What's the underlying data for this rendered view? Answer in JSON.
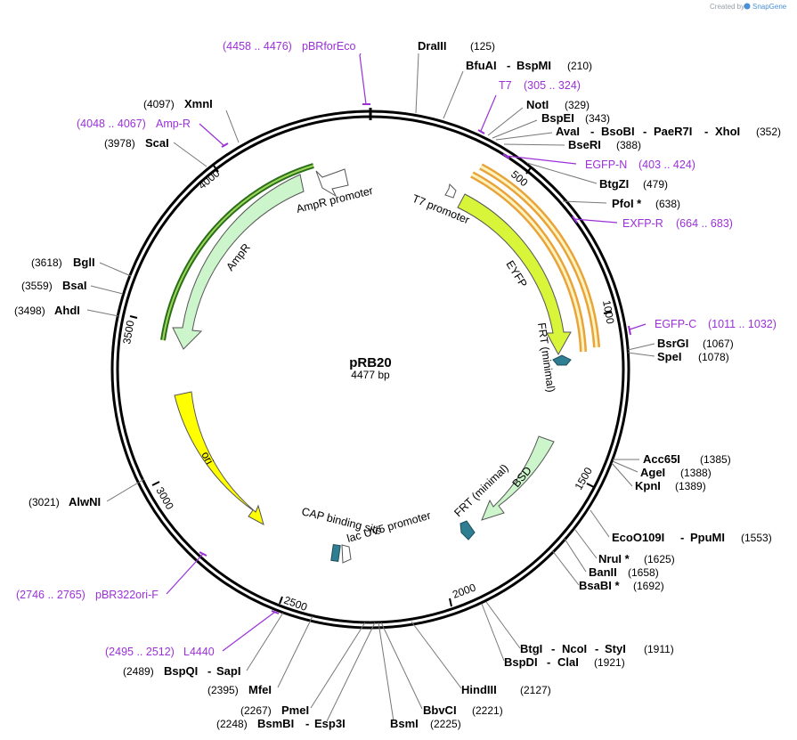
{
  "credit": {
    "text": "Created by",
    "brand": "SnapGene"
  },
  "plasmid": {
    "name": "pRB20",
    "length_label": "4477 bp"
  },
  "ticks": [
    "500",
    "1000",
    "1500",
    "2000",
    "2500",
    "3000",
    "3500",
    "4000"
  ],
  "enzymes": [
    {
      "name": "DraIII",
      "pos": "(125)"
    },
    {
      "name": "BfuAI",
      "name2": "BspMI",
      "pos": "(210)"
    },
    {
      "name": "NotI",
      "pos": "(329)"
    },
    {
      "name": "BspEI",
      "pos": "(343)"
    },
    {
      "name": "AvaI",
      "name2": "BsoBI",
      "name3": "PaeR7I",
      "name4": "XhoI",
      "pos": "(352)"
    },
    {
      "name": "BseRI",
      "pos": "(388)"
    },
    {
      "name": "BtgZI",
      "pos": "(479)"
    },
    {
      "name": "PfoI *",
      "pos": "(638)"
    },
    {
      "name": "BsrGI",
      "pos": "(1067)"
    },
    {
      "name": "SpeI",
      "pos": "(1078)"
    },
    {
      "name": "Acc65I",
      "pos": "(1385)"
    },
    {
      "name": "AgeI",
      "pos": "(1388)"
    },
    {
      "name": "KpnI",
      "pos": "(1389)"
    },
    {
      "name": "EcoO109I",
      "name2": "PpuMI",
      "pos": "(1553)"
    },
    {
      "name": "NruI *",
      "pos": "(1625)"
    },
    {
      "name": "BanII",
      "pos": "(1658)"
    },
    {
      "name": "BsaBI *",
      "pos": "(1692)"
    },
    {
      "name": "BtgI",
      "name2": "NcoI",
      "name3": "StyI",
      "pos": "(1911)"
    },
    {
      "name": "BspDI",
      "name2": "ClaI",
      "pos": "(1921)"
    },
    {
      "name": "HindIII",
      "pos": "(2127)"
    },
    {
      "name": "BbvCI",
      "pos": "(2221)"
    },
    {
      "name": "BsmI",
      "pos": "(2225)"
    },
    {
      "name": "BsmBI",
      "name2": "Esp3I",
      "pos": "(2248)"
    },
    {
      "name": "PmeI",
      "pos": "(2267)"
    },
    {
      "name": "MfeI",
      "pos": "(2395)"
    },
    {
      "name": "BspQI",
      "name2": "SapI",
      "pos": "(2489)"
    },
    {
      "name": "AlwNI",
      "pos": "(3021)"
    },
    {
      "name": "AhdI",
      "pos": "(3498)"
    },
    {
      "name": "BsaI",
      "pos": "(3559)"
    },
    {
      "name": "BglI",
      "pos": "(3618)"
    },
    {
      "name": "ScaI",
      "pos": "(3978)"
    },
    {
      "name": "XmnI",
      "pos": "(4097)"
    }
  ],
  "primers": [
    {
      "range": "(4458 .. 4476)",
      "name": "pBRforEco"
    },
    {
      "range": "(305 .. 324)",
      "name": "T7"
    },
    {
      "range": "(403 .. 424)",
      "name": "EGFP-N"
    },
    {
      "range": "(664 .. 683)",
      "name": "EXFP-R"
    },
    {
      "range": "(1011 .. 1032)",
      "name": "EGFP-C"
    },
    {
      "range": "(2746 .. 2765)",
      "name": "pBR322ori-F"
    },
    {
      "range": "(2495 .. 2512)",
      "name": "L4440"
    },
    {
      "range": "(4048 .. 4067)",
      "name": "Amp-R"
    }
  ],
  "features": [
    {
      "name": "AmpR promoter"
    },
    {
      "name": "AmpR"
    },
    {
      "name": "T7 promoter"
    },
    {
      "name": "EYFP"
    },
    {
      "name": "FRT (minimal)"
    },
    {
      "name": "BSD"
    },
    {
      "name": "FRT (minimal)"
    },
    {
      "name": "ori"
    },
    {
      "name": "CAP binding site"
    },
    {
      "name": "lac UV5 promoter"
    }
  ],
  "colors": {
    "primer": "#9b30d9",
    "ampr": "#ccf5cc",
    "eyfp": "#d8f53a",
    "ori": "#ffff00",
    "frt": "#2f7e91",
    "orf_outline": "#e8a33a"
  }
}
